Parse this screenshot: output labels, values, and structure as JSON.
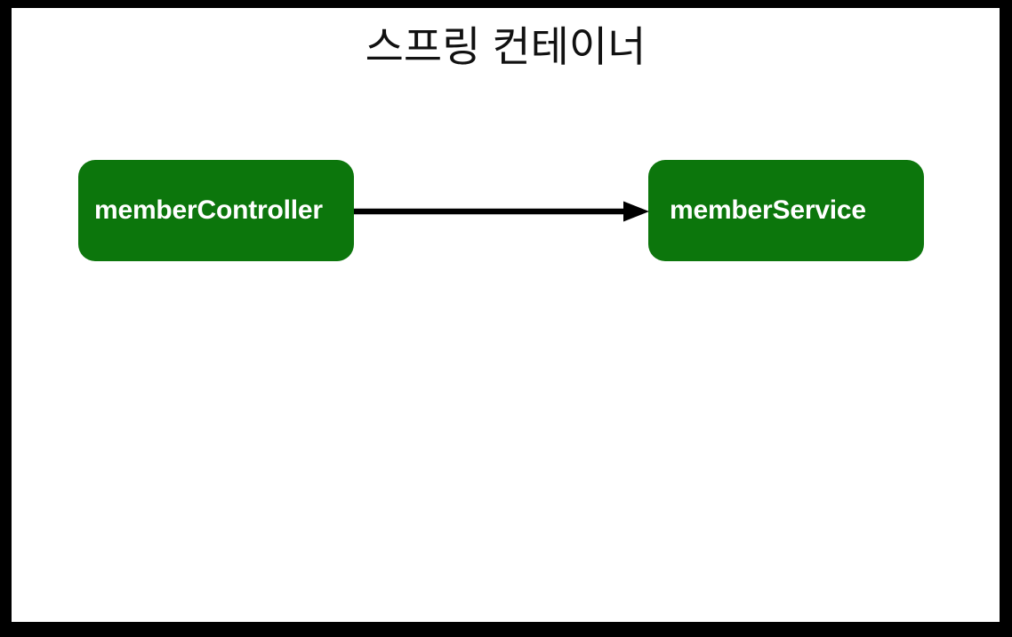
{
  "diagram": {
    "title": "스프링 컨테이너",
    "frame": {
      "border_color": "#000000",
      "background_color": "#ffffff"
    },
    "nodes": [
      {
        "id": "memberController",
        "label": "memberController",
        "fill_color": "#0c760c",
        "text_color": "#ffffff"
      },
      {
        "id": "memberService",
        "label": "memberService",
        "fill_color": "#0c760c",
        "text_color": "#ffffff"
      }
    ],
    "edges": [
      {
        "from": "memberController",
        "to": "memberService",
        "label": "",
        "color": "#000000",
        "style": "solid-arrow"
      }
    ]
  }
}
